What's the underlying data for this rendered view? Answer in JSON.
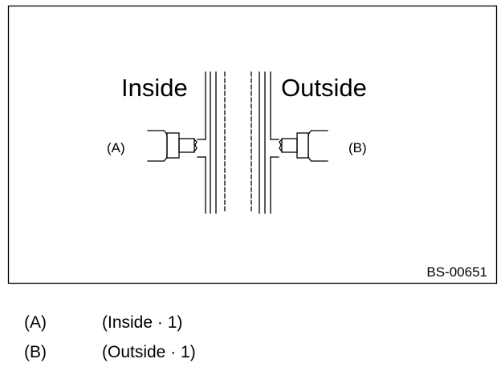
{
  "diagram": {
    "label_inside": "Inside",
    "label_outside": "Outside",
    "label_a": "(A)",
    "label_b": "(B)",
    "figure_id": "BS-00651"
  },
  "legend": [
    {
      "key": "(A)",
      "desc": "(Inside · 1)"
    },
    {
      "key": "(B)",
      "desc": "(Outside · 1)"
    }
  ]
}
